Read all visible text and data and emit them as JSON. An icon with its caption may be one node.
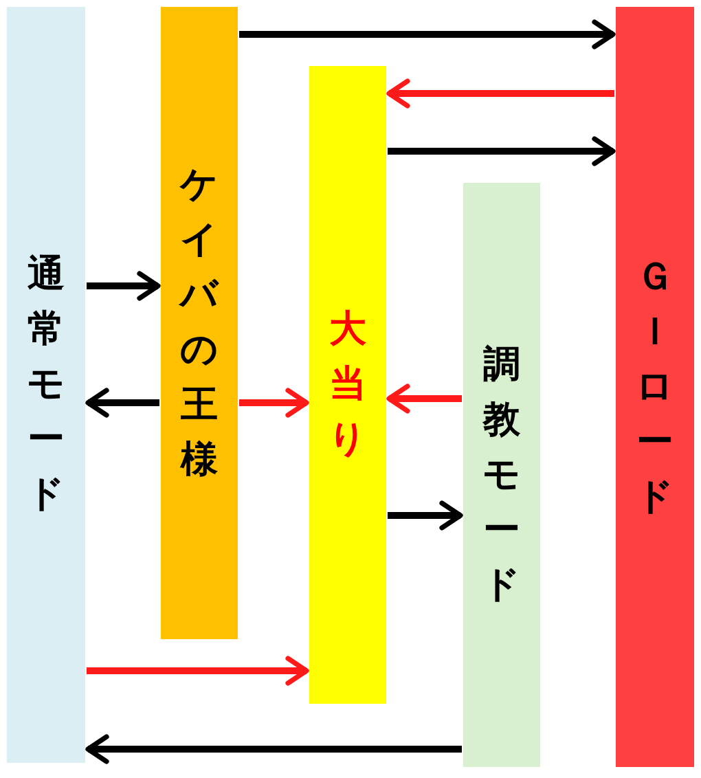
{
  "diagram": {
    "nodes": [
      {
        "text": [
          "通常モード"
        ]
      },
      {
        "text": [
          "ケイバの王様"
        ]
      },
      {
        "text": [
          "大当り"
        ]
      },
      {
        "text": [
          "調教モード"
        ]
      },
      {
        "text": [
          "ＧＩロード"
        ]
      }
    ],
    "edges": [
      {
        "from": 1,
        "to": 4,
        "arrow": "to"
      },
      {
        "from": 4,
        "to": 2,
        "arrow": "to",
        "color": "#ff1a1a"
      },
      {
        "from": 2,
        "to": 4,
        "arrow": "to"
      },
      {
        "from": 0,
        "to": 1,
        "arrow": "to"
      },
      {
        "from": 1,
        "to": 0,
        "arrow": "to"
      },
      {
        "from": 1,
        "to": 2,
        "arrow": "to",
        "color": "#ff1a1a"
      },
      {
        "from": 3,
        "to": 2,
        "arrow": "to",
        "color": "#ff1a1a"
      },
      {
        "from": 2,
        "to": 3,
        "arrow": "to"
      },
      {
        "from": 0,
        "to": 2,
        "arrow": "to",
        "color": "#ff1a1a"
      },
      {
        "from": 3,
        "to": 0,
        "arrow": "to"
      }
    ]
  }
}
